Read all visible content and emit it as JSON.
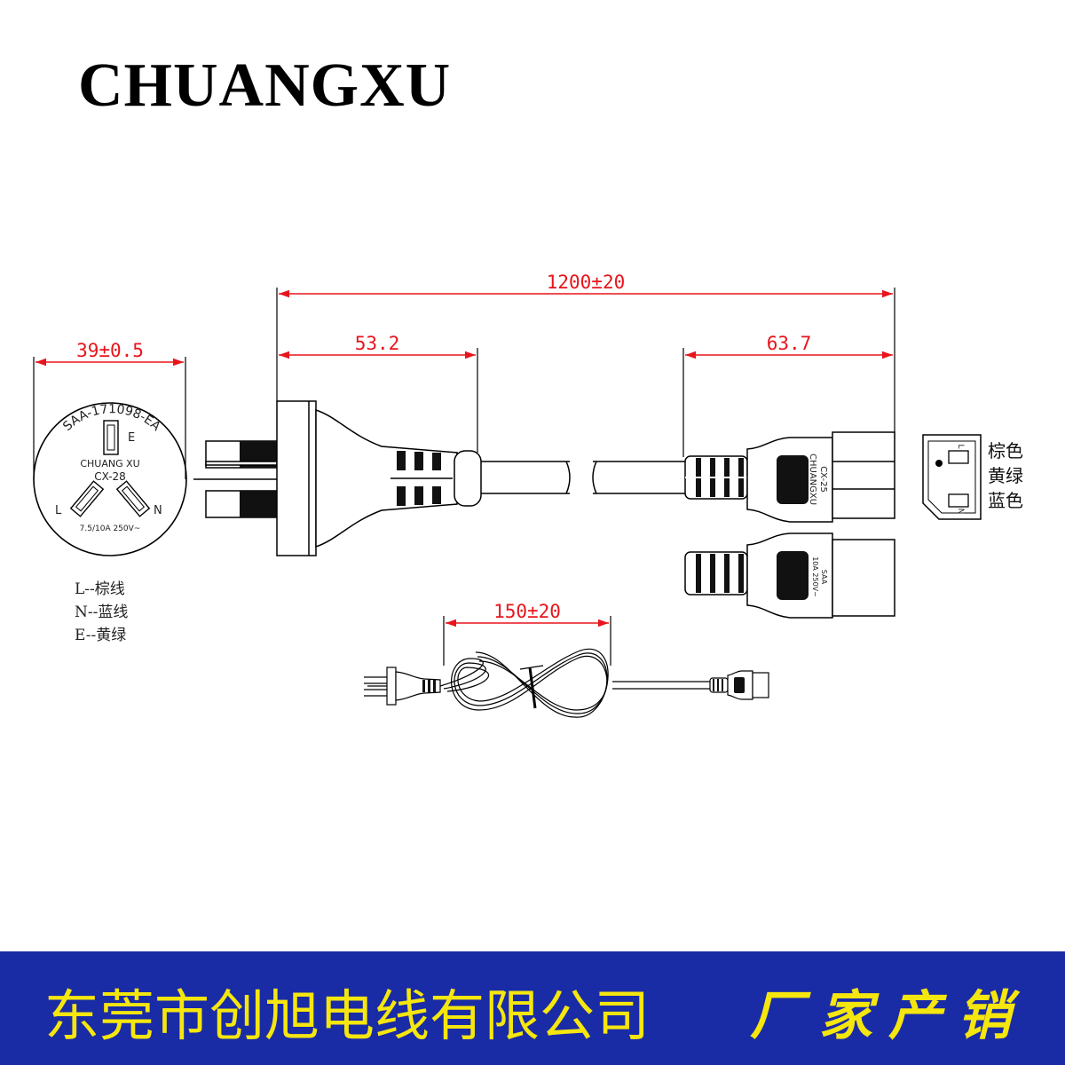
{
  "brand": "CHUANGXU",
  "dimensions": {
    "total_length": "1200±20",
    "plug_length": "53.2",
    "connector_length": "63.7",
    "plug_diameter": "39±0.5",
    "coil_length": "150±20"
  },
  "plug_face": {
    "approval_text": "SAA-171098-EA",
    "earth_label": "E",
    "live_label": "L",
    "neutral_label": "N",
    "maker": "CHUANG XU",
    "model": "CX-28",
    "rating": "7.5/10A 250V~"
  },
  "wire_legend": [
    "L--棕线",
    "N--蓝线",
    "E--黄绿"
  ],
  "connector": {
    "model": "CX-25",
    "maker": "CHUANGXU",
    "side_marks": [
      "SAA",
      "10A 250V~"
    ]
  },
  "connector_face": {
    "labels": [
      "L",
      "N"
    ],
    "colors": [
      "棕色",
      "黄绿",
      "蓝色"
    ]
  },
  "footer": {
    "company": "东莞市创旭电线有限公司",
    "slogan": "厂家产销"
  },
  "palette": {
    "dimension_color": "#e8141c",
    "footer_background": "#1a2ba6",
    "footer_text": "#f5e60e"
  }
}
